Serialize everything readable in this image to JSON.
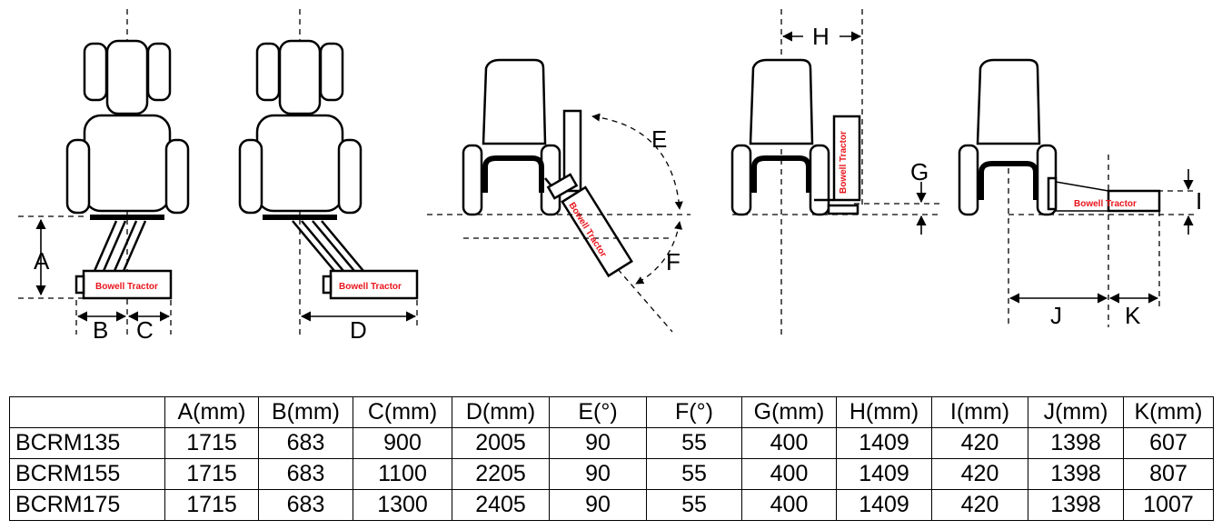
{
  "diagram": {
    "brand_text": "Bowell Tractor",
    "dimension_labels": [
      "A",
      "B",
      "C",
      "D",
      "E",
      "F",
      "G",
      "H",
      "I",
      "J",
      "K"
    ],
    "brand_color": "#e8141b"
  },
  "table": {
    "columns": [
      "",
      "A(mm)",
      "B(mm)",
      "C(mm)",
      "D(mm)",
      "E(°)",
      "F(°)",
      "G(mm)",
      "H(mm)",
      "I(mm)",
      "J(mm)",
      "K(mm)"
    ],
    "rows": [
      [
        "BCRM135",
        "1715",
        "683",
        "900",
        "2005",
        "90",
        "55",
        "400",
        "1409",
        "420",
        "1398",
        "607"
      ],
      [
        "BCRM155",
        "1715",
        "683",
        "1100",
        "2205",
        "90",
        "55",
        "400",
        "1409",
        "420",
        "1398",
        "807"
      ],
      [
        "BCRM175",
        "1715",
        "683",
        "1300",
        "2405",
        "90",
        "55",
        "400",
        "1409",
        "420",
        "1398",
        "1007"
      ]
    ]
  }
}
